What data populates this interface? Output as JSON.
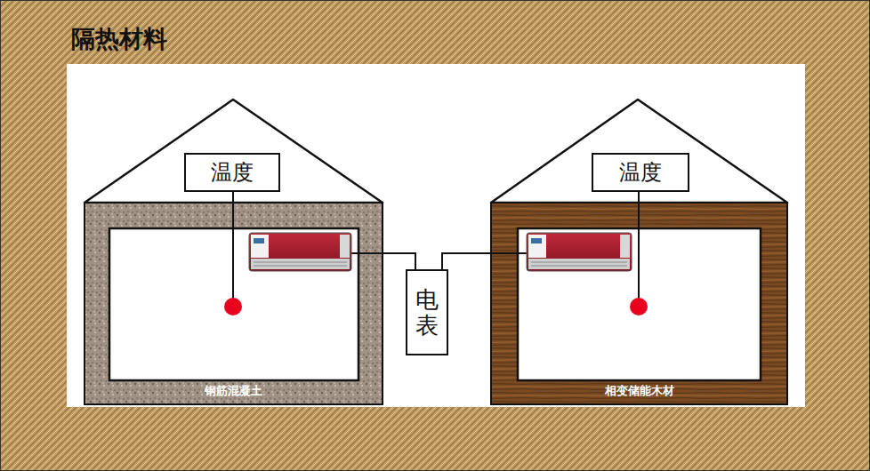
{
  "diagram": {
    "nodes": [
      {
        "text": [
          "隔热材料"
        ]
      },
      {
        "text": [
          "钢筋混凝土"
        ],
        "in": 0
      },
      {
        "text": [
          "温度"
        ],
        "in": 1
      },
      {
        "text": [
          "相变储能木材"
        ],
        "in": 0
      },
      {
        "text": [
          "温度"
        ],
        "in": 3
      },
      {
        "text": [
          "电表"
        ],
        "in": 0
      }
    ],
    "edges": [
      {
        "from": 1,
        "to": 5,
        "arrow": "none"
      },
      {
        "from": 3,
        "to": 5,
        "arrow": "none"
      }
    ]
  }
}
